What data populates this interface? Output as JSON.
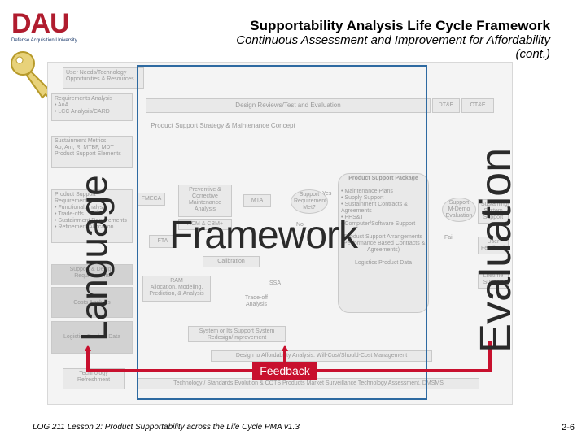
{
  "header": {
    "logo_text": "DAU",
    "logo_subtext": "Defense Acquisition University",
    "title": "Supportability Analysis Life Cycle Framework",
    "subtitle_line1": "Continuous Assessment and Improvement for Affordability",
    "subtitle_line2": "(cont.)"
  },
  "overlay": {
    "framework": "Framework",
    "language": "Language",
    "evaluation": "Evaluation",
    "feedback": "Feedback"
  },
  "diagram": {
    "user_needs": "User Needs/Technology Opportunities & Resources",
    "requirements_analysis": "Requirements Analysis\n• AoA\n• LCC Analysis/CARD",
    "design_reviews": "Design Reviews/Test and Evaluation",
    "dte": "DT&E",
    "ote": "OT&E",
    "strategy": "Product Support Strategy & Maintenance Concept",
    "sustainment_metrics": "Sustainment Metrics\nAo, Am, R, MTBF, MDT\nProduct Support Elements",
    "product_support_reqs": "Product Support Requirements\n• Functional Analysis\n• Trade-offs\n• Sustainment Requirements\n• Refinement/Allocation",
    "support_design_reqs": "Support & Design Requirements",
    "cost_analysis": "Costs Analysis",
    "logistics_data": "Logistics Product Data",
    "fmeca": "FMECA",
    "pcm": "Preventive & Corrective Maintenance Analysis",
    "rcm": "RCM & CBM+",
    "fta": "FTA",
    "mta": "MTA",
    "cal": "Calibration",
    "ram": "RAM\nAllocation, Modeling, Prediction, & Analysis",
    "ssa": "SSA",
    "support_met": "Support Requirements Met?",
    "yes": "Yes",
    "no": "No",
    "tradeoff": "Trade-off Analysis",
    "package_title": "Product Support Package",
    "package_items": "• Maintenance Plans\n• Supply Support\n• Sustainment Contracts & Agreements\n• PHS&T\n• Computer/Software Support",
    "arrangements": "Product Support Arrangements (Performance Based Contracts & Agreements)",
    "logistics_product_data": "Logistics Product Data",
    "support_mdemo": "Support M-Demo Evaluation",
    "fail": "Fail",
    "sustaining_system": "Sustaining System Support",
    "user_feedback": "User Feedback",
    "lifetime_support": "Lifetime Support",
    "redesign": "System or Its Support System Redesign/Improvement",
    "design_affordability": "Design to Affordability Analysis: Will-Cost/Should-Cost Management",
    "tech_refresh": "Technology Refreshment",
    "tech_bar": "Technology / Standards Evolution & COTS Products Market Surveillance Technology Assessment, DMSMS"
  },
  "footer": {
    "left": "LOG 211 Lesson 2: Product Supportability across the Life Cycle",
    "version": "PMA v1.3",
    "page": "2-6"
  },
  "colors": {
    "brand_red": "#b01c2e",
    "highlight_blue": "#2e6aa1",
    "feedback_red": "#c8102e"
  }
}
